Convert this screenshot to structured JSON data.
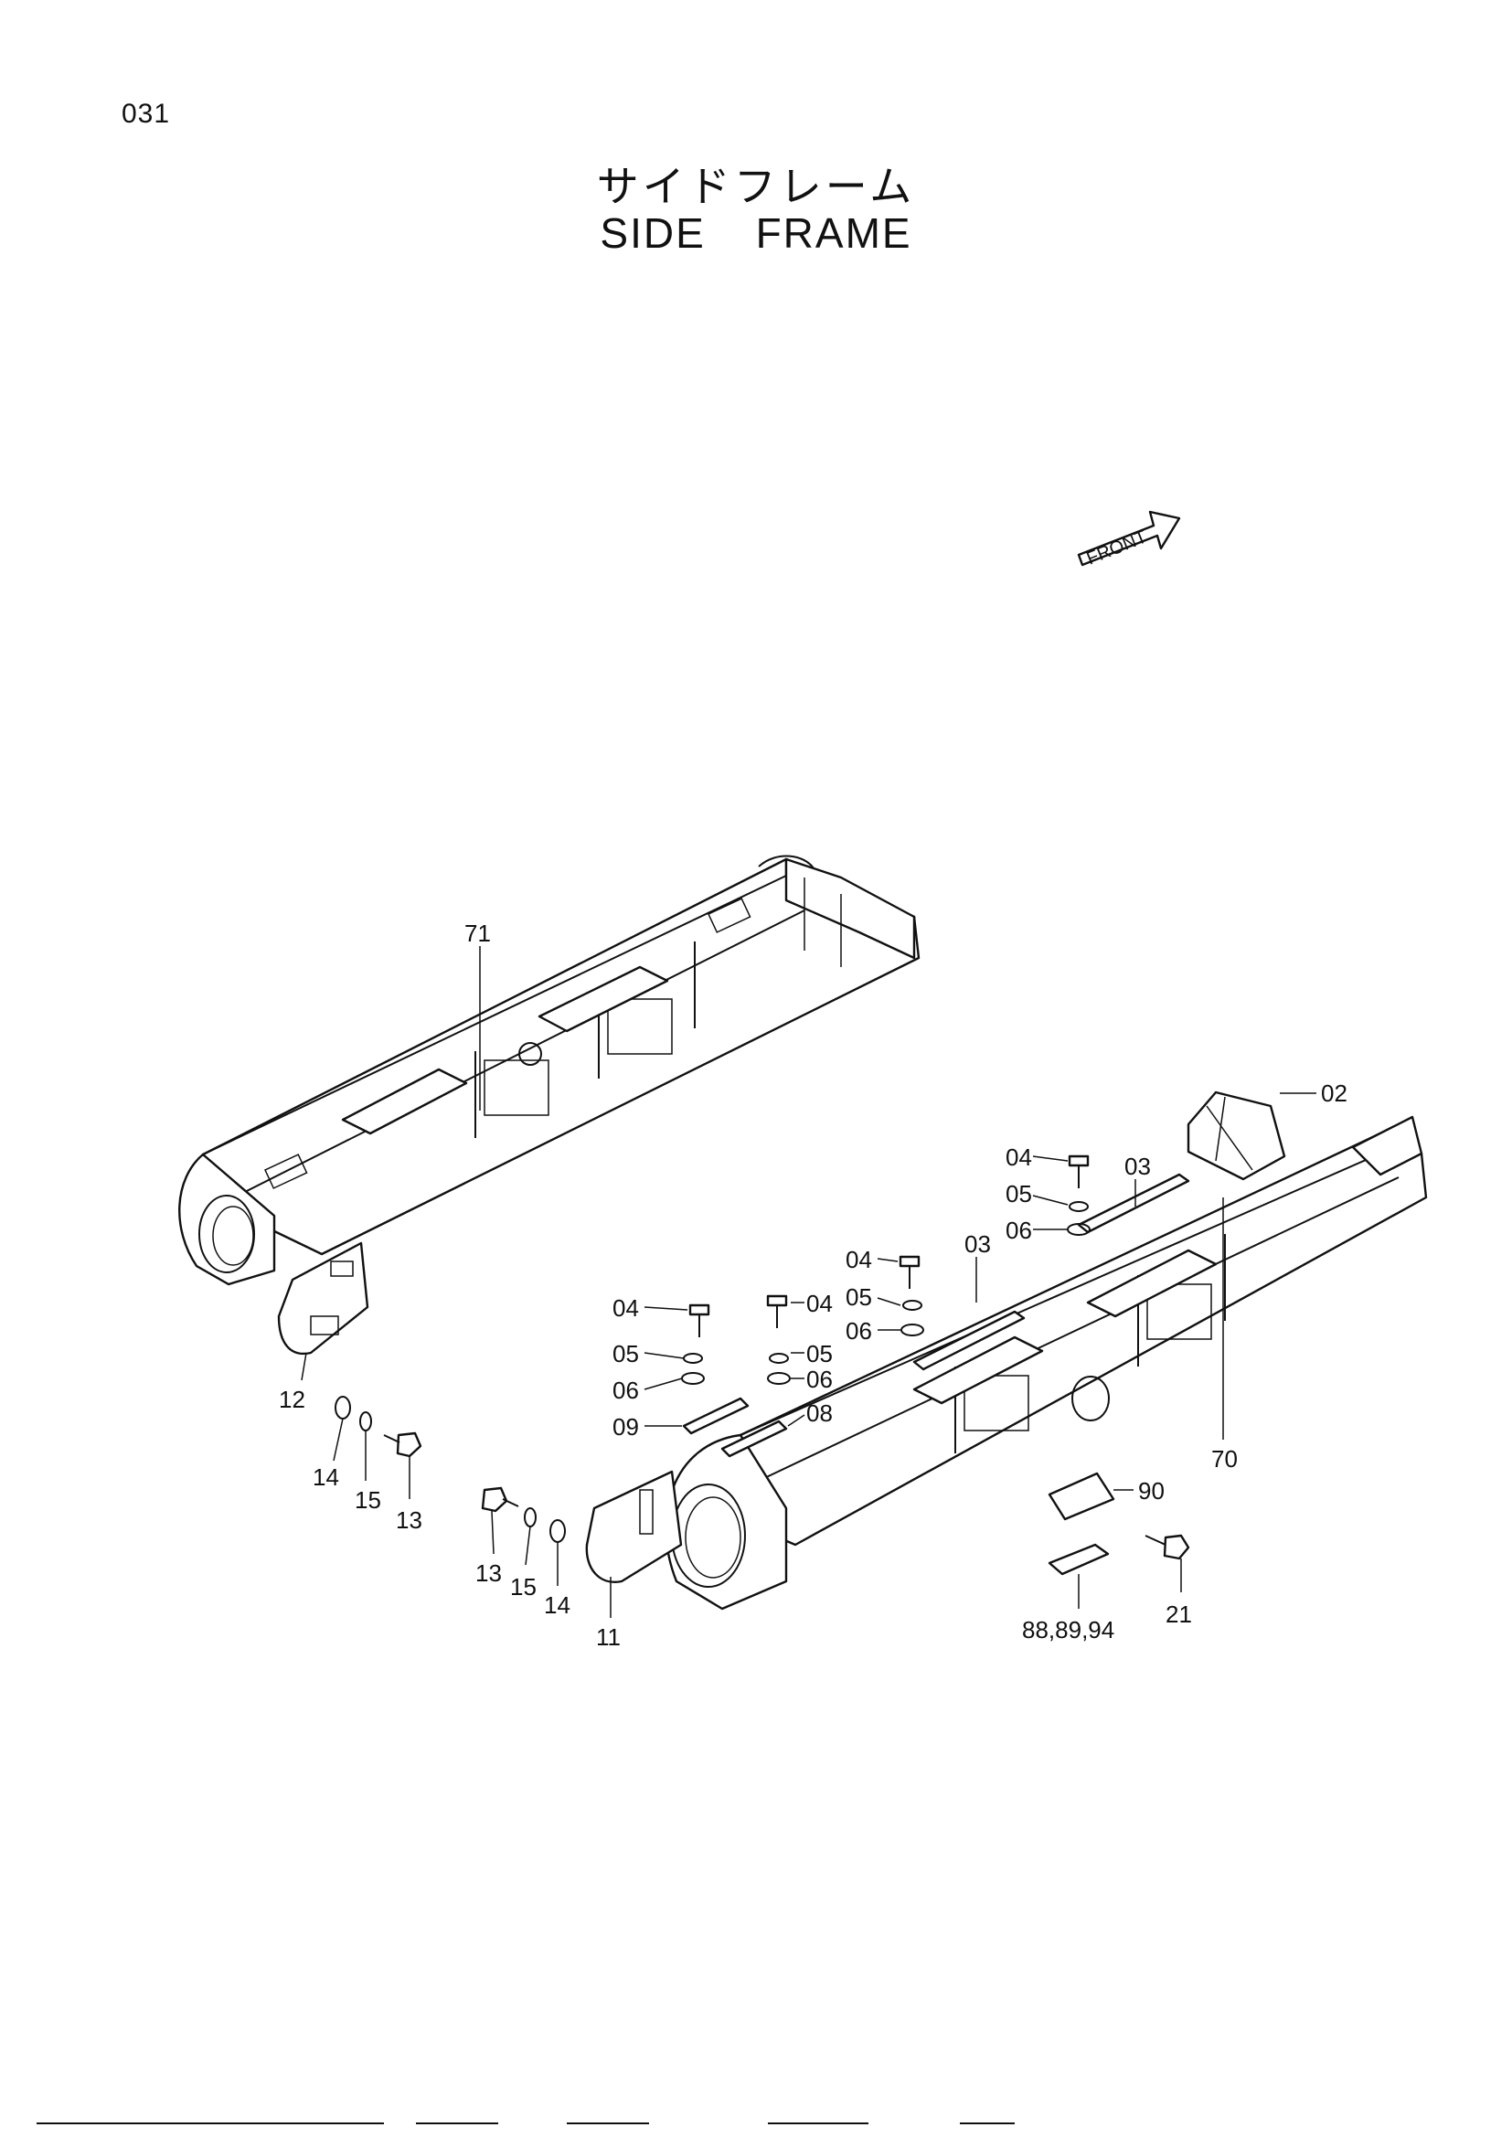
{
  "page_number": "031",
  "title_jp": "サイドフレーム",
  "title_en": "SIDE    FRAME",
  "front_arrow_label": "FRONT",
  "callouts": {
    "c71": "71",
    "c02": "02",
    "c03a": "03",
    "c03b": "03",
    "c04a": "04",
    "c04b": "04",
    "c04c": "04",
    "c05a": "05",
    "c05b": "05",
    "c05c": "05",
    "c05d": "05",
    "c06a": "06",
    "c06b": "06",
    "c06c": "06",
    "c06d": "06",
    "c08": "08",
    "c09": "09",
    "c70": "70",
    "c90": "90",
    "c21": "21",
    "c888994": "88,89,94",
    "c11": "11",
    "c12": "12",
    "c13a": "13",
    "c13b": "13",
    "c14a": "14",
    "c14b": "14",
    "c15a": "15",
    "c15b": "15",
    "c04d": "04"
  }
}
